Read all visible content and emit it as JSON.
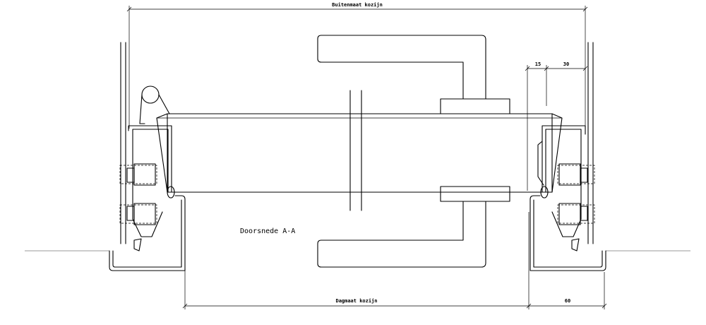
{
  "labels": {
    "outer_dimension": "Buitenmaat kozijn",
    "inner_dimension": "Dagmaat kozijn",
    "section_title": "Doorsnede A-A",
    "dim_15": "15",
    "dim_30": "30",
    "dim_60": "60"
  }
}
